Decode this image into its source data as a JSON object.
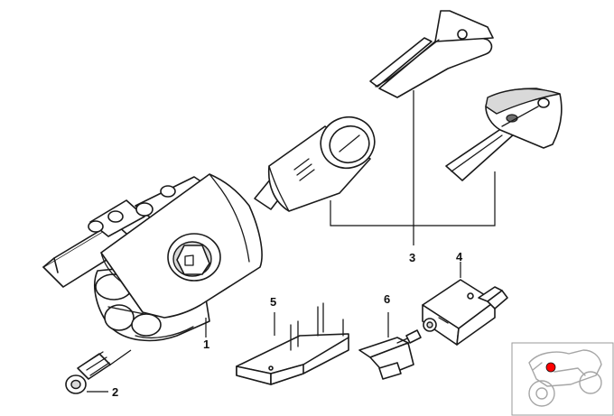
{
  "labels": {
    "part1": "1",
    "part2": "2",
    "part3": "3",
    "part4": "4",
    "part5": "5",
    "part6": "6"
  },
  "colors": {
    "line": "#1a1a1a",
    "shade": "#d9d9d9",
    "marker": "#ff0000",
    "thumbnail": "#a6a6a6"
  }
}
